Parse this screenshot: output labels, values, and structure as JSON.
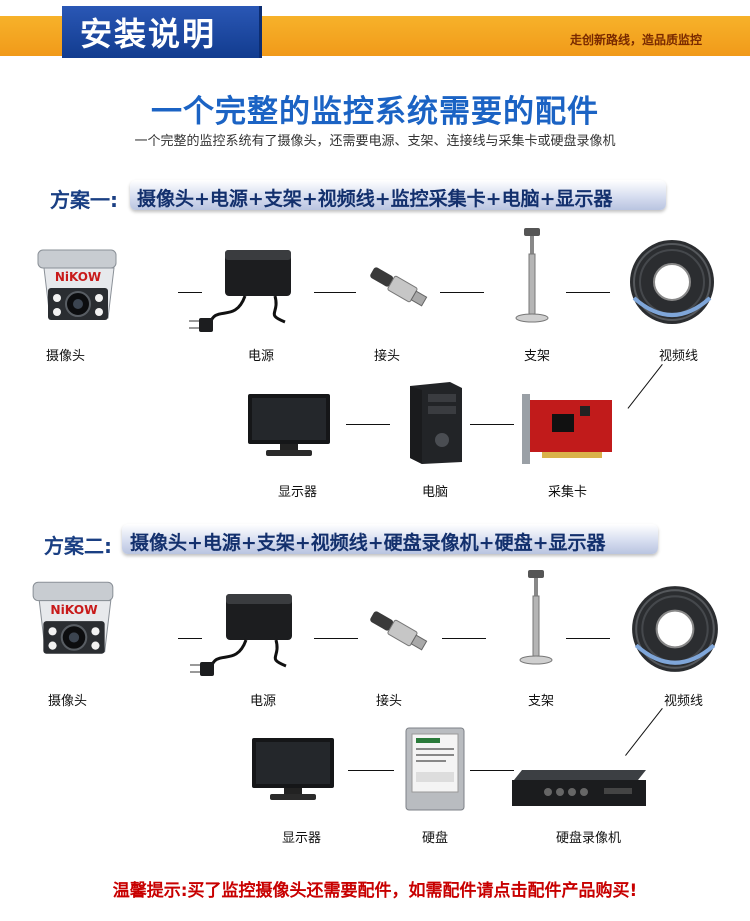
{
  "header": {
    "title": "安装说明",
    "slogan": "走创新路线，造品质监控"
  },
  "main_title": "一个完整的监控系统需要的配件",
  "sub_title": "一个完整的监控系统有了摄像头，还需要电源、支架、连接线与采集卡或硬盘录像机",
  "plan1": {
    "label": "方案一:",
    "text": "摄像头+电源+支架+视频线+监控采集卡+电脑+显示器",
    "items": {
      "camera": "摄像头",
      "power": "电源",
      "connector": "接头",
      "bracket": "支架",
      "cable": "视频线",
      "monitor": "显示器",
      "computer": "电脑",
      "capture_card": "采集卡"
    }
  },
  "plan2": {
    "label": "方案二:",
    "text": "摄像头+电源+支架+视频线+硬盘录像机+硬盘+显示器",
    "items": {
      "camera": "摄像头",
      "power": "电源",
      "connector": "接头",
      "bracket": "支架",
      "cable": "视频线",
      "monitor": "显示器",
      "hdd": "硬盘",
      "dvr": "硬盘录像机"
    }
  },
  "camera_brand": "NiKOW",
  "footer_note": "温馨提示:买了监控摄像头还需要配件，如需配件请点击配件产品购买!"
}
